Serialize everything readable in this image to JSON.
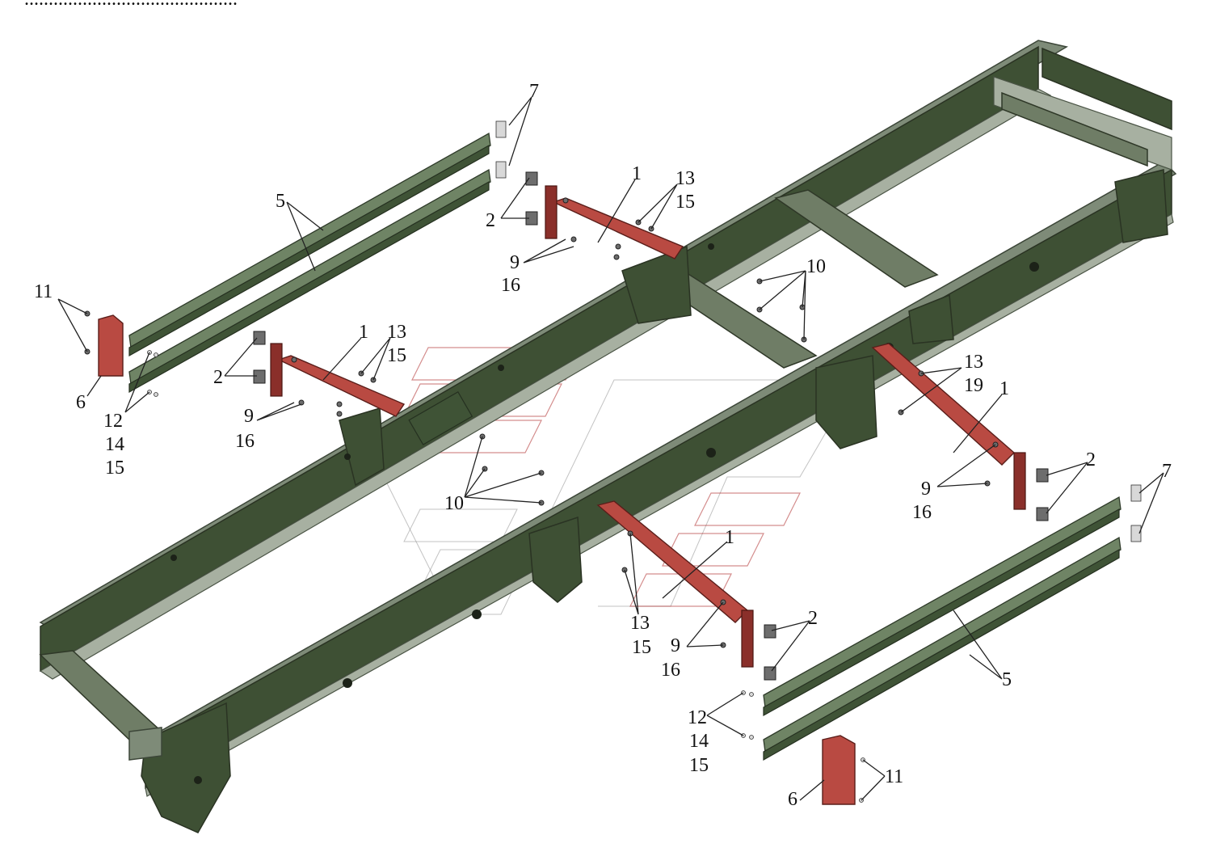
{
  "header": {
    "caption": "............................................"
  },
  "callouts": {
    "c1a": "1",
    "c1b": "1",
    "c1c": "1",
    "c1d": "1",
    "c2a": "2",
    "c2b": "2",
    "c2c": "2",
    "c2d": "2",
    "c5a": "5",
    "c5b": "5",
    "c6a": "6",
    "c6b": "6",
    "c7a": "7",
    "c7b": "7",
    "c9a": "9",
    "c9b": "9",
    "c9c": "9",
    "c9d": "9",
    "c10a": "10",
    "c10b": "10",
    "c11a": "11",
    "c11b": "11",
    "c12a": "12",
    "c12b": "12",
    "c13a": "13",
    "c13b": "13",
    "c13c": "13",
    "c13d": "13",
    "c14a": "14",
    "c14b": "14",
    "c15a": "15",
    "c15b": "15",
    "c15c": "15",
    "c15d": "15",
    "c15e": "15",
    "c16a": "16",
    "c16b": "16",
    "c16c": "16",
    "c16d": "16",
    "c19": "19"
  },
  "colors": {
    "frame": "#3e5034",
    "frame_top": "#7e8b78",
    "bracket": "#b94a42",
    "background": "#ffffff"
  }
}
